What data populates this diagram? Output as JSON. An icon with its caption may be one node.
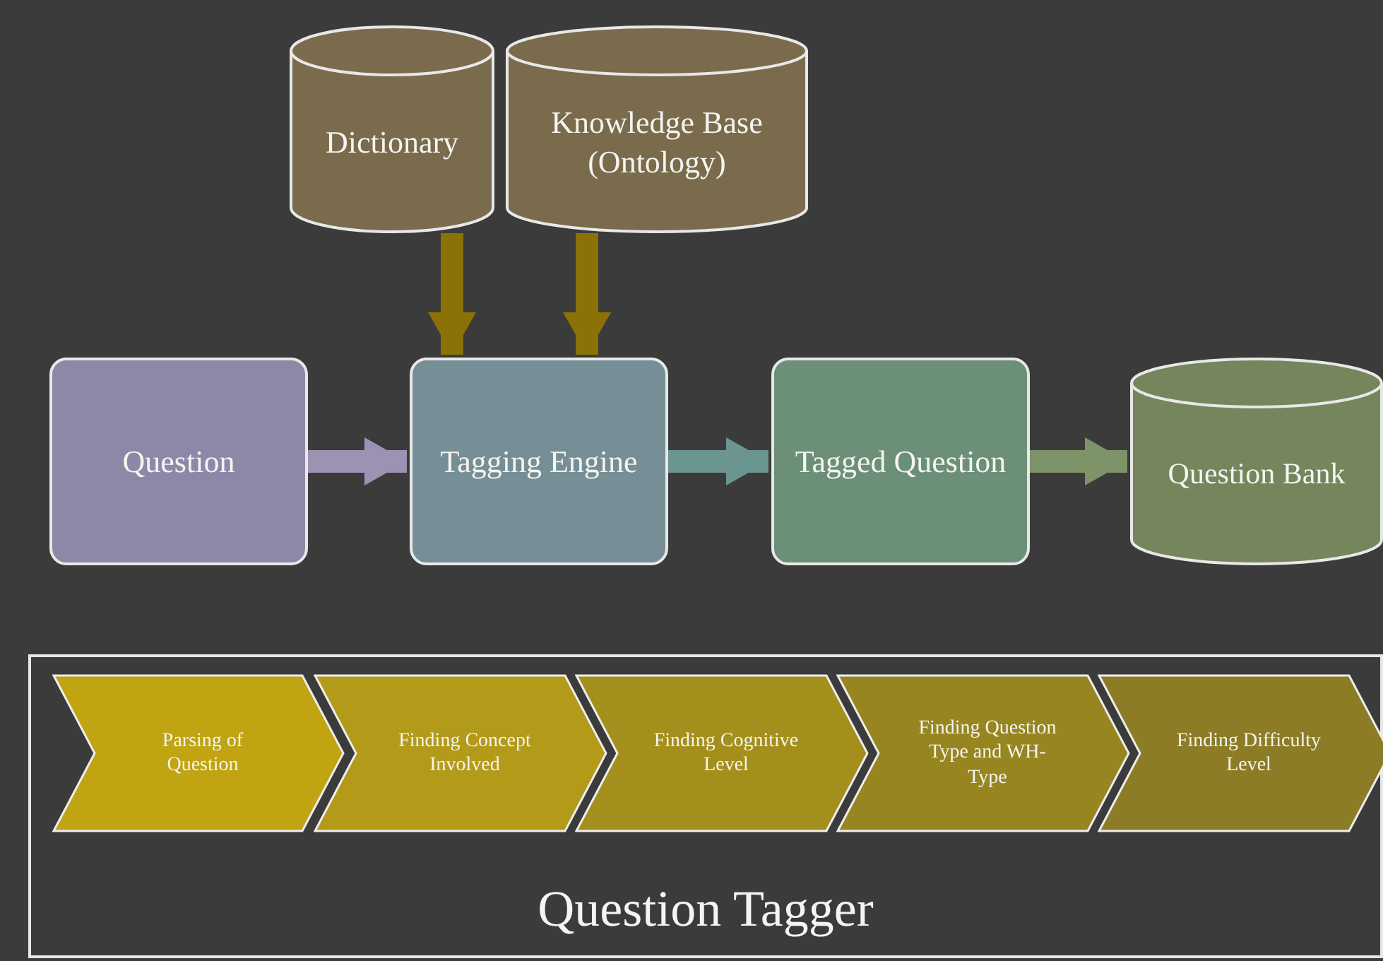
{
  "diagram": {
    "nodes": [
      {
        "text": [
          "Dictionary"
        ]
      },
      {
        "text": [
          "Knowledge Base (Ontology)"
        ]
      },
      {
        "text": [
          "Question"
        ]
      },
      {
        "text": [
          "Tagging Engine"
        ]
      },
      {
        "text": [
          "Tagged Question"
        ]
      },
      {
        "text": [
          "Question Bank"
        ]
      },
      {
        "text": [
          "Question Tagger"
        ]
      },
      {
        "text": [
          "Parsing of Question"
        ],
        "in": 6
      },
      {
        "text": [
          "Finding Concept Involved"
        ],
        "in": 6
      },
      {
        "text": [
          "Finding Cognitive Level"
        ],
        "in": 6
      },
      {
        "text": [
          "Finding Question Type and WH-Type"
        ],
        "in": 6
      },
      {
        "text": [
          "Finding Difficulty Level"
        ],
        "in": 6
      }
    ],
    "edges": [
      {
        "from": 0,
        "to": 3,
        "arrow": "to",
        "color": "#8a7206"
      },
      {
        "from": 1,
        "to": 3,
        "arrow": "to",
        "color": "#8a7206"
      },
      {
        "from": 2,
        "to": 3,
        "arrow": "to",
        "color": "#9c93b3"
      },
      {
        "from": 3,
        "to": 4,
        "arrow": "to",
        "color": "#6b9590"
      },
      {
        "from": 4,
        "to": 5,
        "arrow": "to",
        "color": "#7d9468"
      }
    ]
  }
}
